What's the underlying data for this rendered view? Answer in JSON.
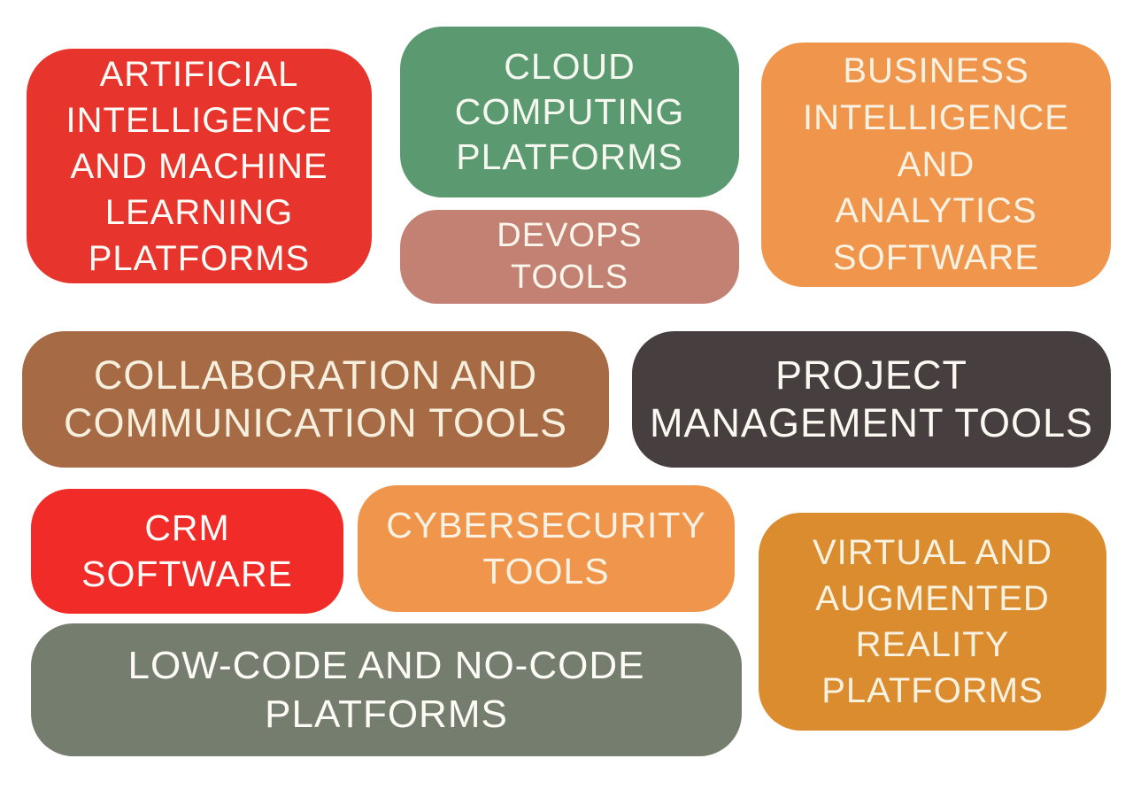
{
  "canvas": {
    "background_color": "#FFFFFF",
    "description": "Infographic grid of enterprise software tool categories"
  },
  "cards": [
    {
      "id": "ai-ml-platforms",
      "label": "ARTIFICIAL\nINTELLIGENCE\nAND MACHINE\nLEARNING\nPLATFORMS",
      "color": "#E7342C",
      "text_color": "#FFFCF8"
    },
    {
      "id": "cloud-computing-platforms",
      "label": "CLOUD\nCOMPUTING\nPLATFORMS",
      "color": "#5B9A71",
      "text_color": "#F6F8F0"
    },
    {
      "id": "devops-tools",
      "label": "DEVOPS\nTOOLS",
      "color": "#C28172",
      "text_color": "#FBF6EC"
    },
    {
      "id": "bi-analytics-software",
      "label": "BUSINESS\nINTELLIGENCE\nAND\nANALYTICS\nSOFTWARE",
      "color": "#F0964C",
      "text_color": "#F9F2E2"
    },
    {
      "id": "collaboration-communication-tools",
      "label": "COLLABORATION AND\nCOMMUNICATION TOOLS",
      "color": "#A66B45",
      "text_color": "#F6EFDD"
    },
    {
      "id": "project-management-tools",
      "label": "PROJECT\nMANAGEMENT TOOLS",
      "color": "#473F3F",
      "text_color": "#FBF8F2"
    },
    {
      "id": "crm-software",
      "label": "CRM\nSOFTWARE",
      "color": "#F12B27",
      "text_color": "#FFFDFB"
    },
    {
      "id": "cybersecurity-tools",
      "label": "CYBERSECURITY\nTOOLS",
      "color": "#F0964C",
      "text_color": "#F9F2E2"
    },
    {
      "id": "vr-ar-platforms",
      "label": "VIRTUAL AND\nAUGMENTED\nREALITY\nPLATFORMS",
      "color": "#DB8C2E",
      "text_color": "#F9F2E0"
    },
    {
      "id": "low-code-no-code-platforms",
      "label": "LOW-CODE AND NO-CODE\nPLATFORMS",
      "color": "#757D6E",
      "text_color": "#FDFBF6"
    }
  ]
}
